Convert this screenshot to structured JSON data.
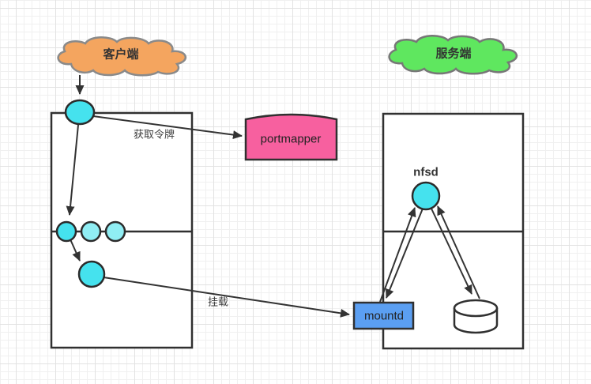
{
  "diagram": {
    "clouds": {
      "client": {
        "label": "客户端",
        "fill": "#F4A55F"
      },
      "server": {
        "label": "服务端",
        "fill": "#5FE75F"
      }
    },
    "nodes": {
      "portmapper": {
        "label": "portmapper",
        "fill": "#F7609F"
      },
      "mountd": {
        "label": "mountd",
        "fill": "#5B9FF2"
      },
      "nfsd": {
        "label": "nfsd",
        "fill": "#45E2EE"
      }
    },
    "edge_labels": {
      "get_token": "获取令牌",
      "mount": "挂载"
    },
    "colors": {
      "circle_bright": "#45E2EE",
      "circle_light": "#90EEF4",
      "shape_stroke": "#303030",
      "cloud_stroke": "#8A8A8A",
      "connector": "#333333"
    }
  }
}
